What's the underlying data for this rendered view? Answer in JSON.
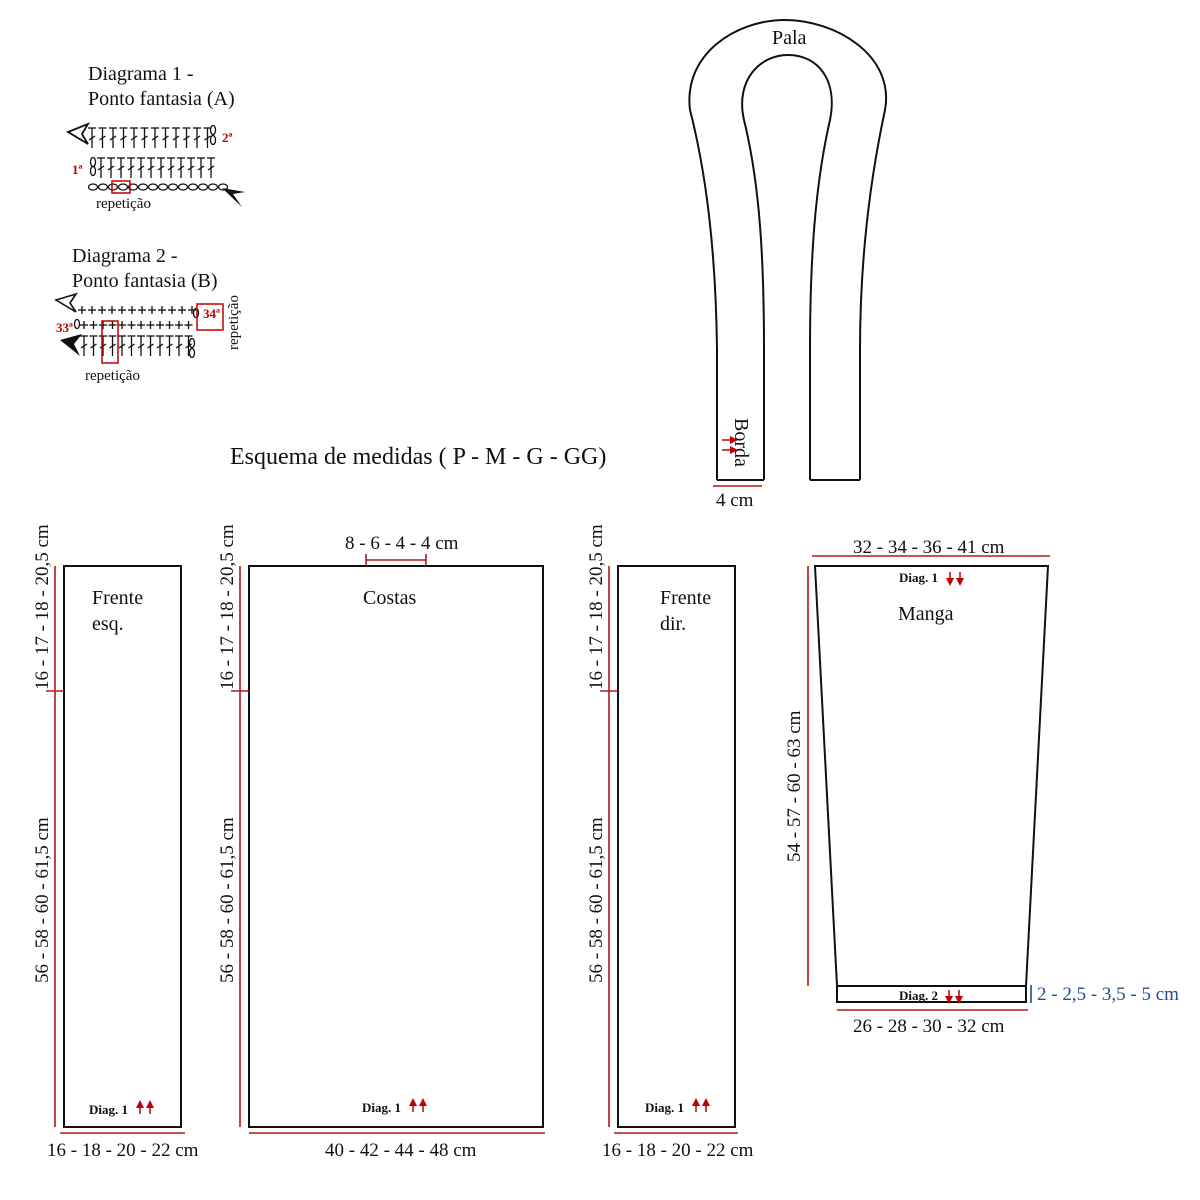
{
  "diagram1": {
    "title_line1": "Diagrama 1 -",
    "title_line2": "Ponto fantasia (A)",
    "row1": "1ª",
    "row2": "2ª",
    "repeat": "repetição"
  },
  "diagram2": {
    "title_line1": "Diagrama 2 -",
    "title_line2": "Ponto fantasia (B)",
    "row33": "33ª",
    "row34": "34ª",
    "repeat_bottom": "repetição",
    "repeat_side": "repetição"
  },
  "heading": "Esquema de medidas ( P - M - G - GG)",
  "pala": {
    "label": "Pala",
    "border_label": "Borda",
    "border_width": "4 cm"
  },
  "front_left": {
    "label_line1": "Frente",
    "label_line2": "esq.",
    "upper_height": "16 - 17 - 18 - 20,5 cm",
    "lower_height": "56 - 58 - 60 - 61,5 cm",
    "width": "16 - 18 - 20 - 22 cm",
    "diag_label": "Diag. 1"
  },
  "back": {
    "label": "Costas",
    "neck_width": "8 - 6 - 4 - 4 cm",
    "upper_height": "16 - 17 - 18 - 20,5 cm",
    "lower_height": "56 - 58 - 60 - 61,5 cm",
    "width": "40 - 42 - 44 - 48 cm",
    "diag_label": "Diag. 1"
  },
  "front_right": {
    "label_line1": "Frente",
    "label_line2": "dir.",
    "upper_height": "16 - 17 - 18 - 20,5 cm",
    "lower_height": "56 - 58 - 60 - 61,5 cm",
    "width": "16 - 18 - 20 - 22 cm",
    "diag_label": "Diag. 1"
  },
  "sleeve": {
    "label": "Manga",
    "top_width": "32 - 34 - 36 - 41 cm",
    "height": "54 - 57 - 60 - 63 cm",
    "cuff_height": "2 - 2,5 - 3,5 - 5 cm",
    "bottom_width": "26 - 28 - 30 - 32 cm",
    "diag1_label": "Diag. 1",
    "diag2_label": "Diag. 2"
  },
  "colors": {
    "accent_red": "#c00000",
    "dim_line_red": "#b01818",
    "cuff_blue": "#1f4e8c",
    "ink": "#111111"
  },
  "icons": [
    "start-arrow-outline-icon",
    "end-arrow-filled-icon",
    "direction-arrows-up-icon",
    "direction-arrows-down-icon",
    "chain-stitch-icon",
    "double-crochet-icon",
    "single-crochet-icon"
  ]
}
